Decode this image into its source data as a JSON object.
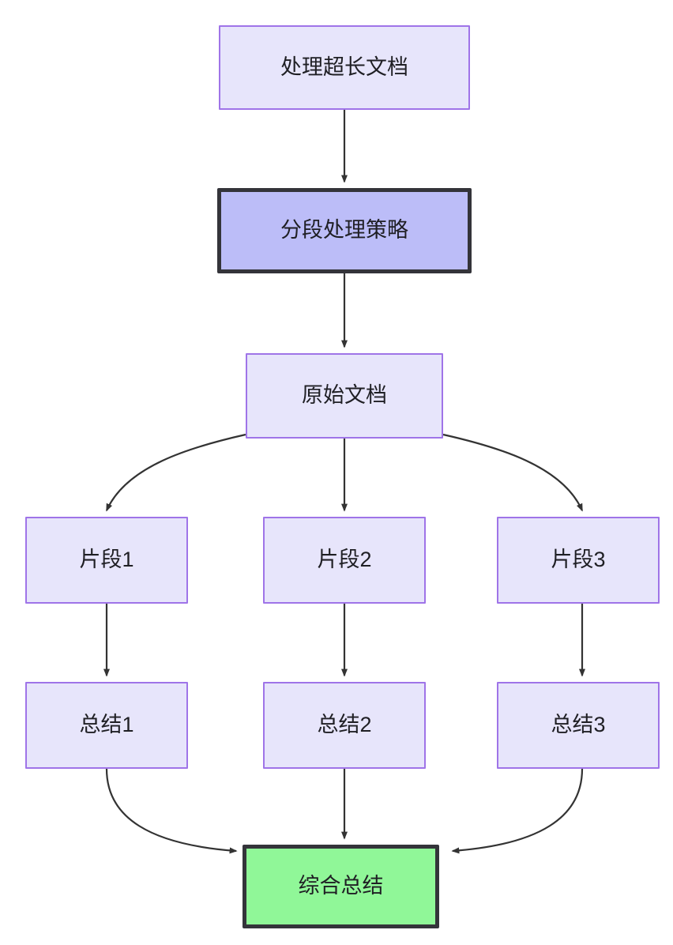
{
  "diagram": {
    "type": "flowchart",
    "direction": "top-to-bottom",
    "background_color": "#ffffff",
    "styles": {
      "default_fill": "#e7e5fb",
      "default_stroke": "#9f74e8",
      "highlight_fill": "#bcbdf8",
      "highlight_stroke": "#34343a",
      "terminal_fill": "#90f798",
      "terminal_stroke": "#34343a",
      "edge_color": "#333333",
      "text_color": "#1f1f24"
    },
    "nodes": [
      {
        "id": "long-doc",
        "label": "处理超长文档",
        "style": "default"
      },
      {
        "id": "strategy",
        "label": "分段处理策略",
        "style": "highlight"
      },
      {
        "id": "source-doc",
        "label": "原始文档",
        "style": "default"
      },
      {
        "id": "chunk-1",
        "label": "片段1",
        "style": "default"
      },
      {
        "id": "chunk-2",
        "label": "片段2",
        "style": "default"
      },
      {
        "id": "chunk-3",
        "label": "片段3",
        "style": "default"
      },
      {
        "id": "summary-1",
        "label": "总结1",
        "style": "default"
      },
      {
        "id": "summary-2",
        "label": "总结2",
        "style": "default"
      },
      {
        "id": "summary-3",
        "label": "总结3",
        "style": "default"
      },
      {
        "id": "final-summary",
        "label": "综合总结",
        "style": "terminal"
      }
    ],
    "edges": [
      {
        "from": "long-doc",
        "to": "strategy",
        "shape": "straight",
        "label": ""
      },
      {
        "from": "strategy",
        "to": "source-doc",
        "shape": "straight",
        "label": ""
      },
      {
        "from": "source-doc",
        "to": "chunk-1",
        "shape": "curved",
        "label": ""
      },
      {
        "from": "source-doc",
        "to": "chunk-2",
        "shape": "straight",
        "label": ""
      },
      {
        "from": "source-doc",
        "to": "chunk-3",
        "shape": "curved",
        "label": ""
      },
      {
        "from": "chunk-1",
        "to": "summary-1",
        "shape": "straight",
        "label": ""
      },
      {
        "from": "chunk-2",
        "to": "summary-2",
        "shape": "straight",
        "label": ""
      },
      {
        "from": "chunk-3",
        "to": "summary-3",
        "shape": "straight",
        "label": ""
      },
      {
        "from": "summary-1",
        "to": "final-summary",
        "shape": "curved",
        "label": ""
      },
      {
        "from": "summary-2",
        "to": "final-summary",
        "shape": "straight",
        "label": ""
      },
      {
        "from": "summary-3",
        "to": "final-summary",
        "shape": "curved",
        "label": ""
      }
    ]
  }
}
